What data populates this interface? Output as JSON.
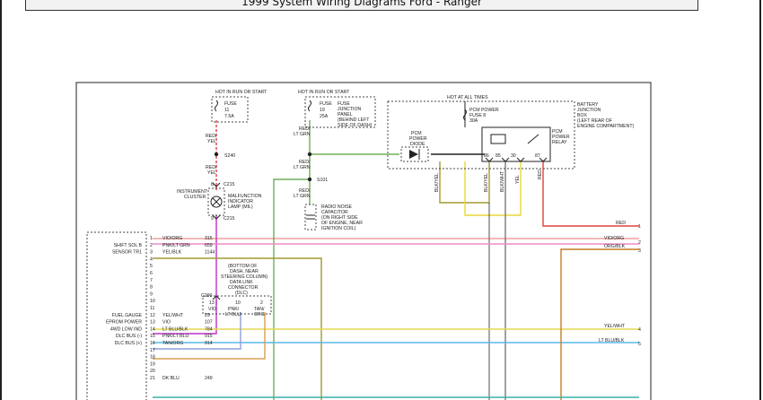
{
  "page": {
    "title": "1999 System Wiring Diagrams  Ford - Ranger"
  },
  "diagram": {
    "power": {
      "hot_run_start_1": "HOT IN RUN OR START",
      "hot_run_start_2": "HOT IN RUN OR START",
      "hot_at_all_times": "HOT AT ALL TIMES",
      "fuse11": [
        "FUSE",
        "11",
        "7.5A"
      ],
      "fuse19": [
        "FUSE",
        "19",
        "25A"
      ],
      "fuse_junction_panel": [
        "FUSE",
        "JUNCTION",
        "PANEL",
        "(BEHIND LEFT",
        "SIDE OF DASH)"
      ],
      "pcm_power_fuse": [
        "PCM POWER",
        "FUSE 8",
        "30A"
      ],
      "battery_junction_box": [
        "BATTERY",
        "JUNCTION",
        "BOX",
        "(LEFT REAR OF",
        "ENGINE COMPARTMENT)"
      ]
    },
    "components": {
      "pcm_power_diode": [
        "PCM",
        "POWER",
        "DIODE"
      ],
      "pcm_power_relay": [
        "PCM",
        "POWER",
        "RELAY"
      ],
      "instrument_cluster": [
        "INSTRUMENT",
        "CLUSTER"
      ],
      "mil_lamp": [
        "MALFUNCTION",
        "INDICATOR",
        "LAMP (MIL)"
      ],
      "radio_noise_capacitor": [
        "RADIO NOISE",
        "CAPACITOR",
        "(ON RIGHT SIDE",
        "OF ENGINE, NEAR",
        "IGNITION COIL)"
      ],
      "dlc": [
        "(BOTTOM OF",
        "DASH, NEAR",
        "STEERING COLUMN)",
        "DATA LINK",
        "CONNECTOR",
        "(DLC)"
      ]
    },
    "connectors": {
      "s240": "S240",
      "c215a": "C215",
      "c215b": "C215",
      "s101": "S101",
      "c290": "C290",
      "pin_8": "8",
      "pin_9": "9",
      "relay_pins": [
        "86",
        "85",
        "30",
        "87"
      ],
      "dlc_pins": [
        "13",
        "10",
        "2"
      ],
      "dlc_wires": [
        "VIO",
        "PNK/\nLT BLU",
        "TAN/\nORG"
      ]
    },
    "wire_labels": {
      "red_yel_1": [
        "RED/",
        "YEL"
      ],
      "red_yel_2": [
        "RED/",
        "YEL"
      ],
      "red_ltgrn_1": [
        "RED/",
        "LT GRN"
      ],
      "red_ltgrn_2": [
        "RED/",
        "LT GRN"
      ],
      "red_ltgrn_3": [
        "RED/",
        "LT GRN"
      ],
      "blk_yel": "BLK/YEL",
      "blk_yel_2": "BLK/YEL",
      "blk_wht": "BLK/WHT",
      "yel": "YEL",
      "red_v": "RED",
      "red_out": "RED",
      "vio_org_out": "VIO/ORG",
      "org_blk_out": "ORG/BLK",
      "yel_wht_out": "YEL/WHT",
      "ltblu_blk_out": "LT BLU/BLK"
    },
    "out_pins": [
      "1",
      "2",
      "3",
      "4",
      "5"
    ],
    "pcm_rows": [
      {
        "pin": "1",
        "desc": "",
        "color": "VIO/ORG",
        "circuit": "315"
      },
      {
        "pin": "2",
        "desc": "SHIFT SOL B",
        "color": "PNK/LT GRN",
        "circuit": "659"
      },
      {
        "pin": "3",
        "desc": "SENSOR TR1",
        "color": "YEL/BLK",
        "circuit": "1144"
      },
      {
        "pin": "4",
        "desc": "",
        "color": "",
        "circuit": ""
      },
      {
        "pin": "5",
        "desc": "",
        "color": "",
        "circuit": ""
      },
      {
        "pin": "6",
        "desc": "",
        "color": "",
        "circuit": ""
      },
      {
        "pin": "7",
        "desc": "",
        "color": "",
        "circuit": ""
      },
      {
        "pin": "8",
        "desc": "",
        "color": "",
        "circuit": ""
      },
      {
        "pin": "9",
        "desc": "",
        "color": "",
        "circuit": ""
      },
      {
        "pin": "10",
        "desc": "",
        "color": "",
        "circuit": ""
      },
      {
        "pin": "11",
        "desc": "",
        "color": "",
        "circuit": ""
      },
      {
        "pin": "12",
        "desc": "FUEL GAUGE",
        "color": "YEL/WHT",
        "circuit": "29"
      },
      {
        "pin": "13",
        "desc": "EPROM POWER",
        "color": "VIO",
        "circuit": "107"
      },
      {
        "pin": "14",
        "desc": "4WD LOW IND",
        "color": "LT BLU/BLK",
        "circuit": "784"
      },
      {
        "pin": "15",
        "desc": "DLC BUS (-)",
        "color": "PNK/LT BLU",
        "circuit": "915"
      },
      {
        "pin": "16",
        "desc": "DLC BUS (+)",
        "color": "TAN/ORG",
        "circuit": "914"
      },
      {
        "pin": "17",
        "desc": "",
        "color": "",
        "circuit": ""
      },
      {
        "pin": "18",
        "desc": "",
        "color": "",
        "circuit": ""
      },
      {
        "pin": "19",
        "desc": "",
        "color": "",
        "circuit": ""
      },
      {
        "pin": "20",
        "desc": "",
        "color": "",
        "circuit": ""
      },
      {
        "pin": "21",
        "desc": "",
        "color": "DK BLU",
        "circuit": "249"
      }
    ],
    "colors": {
      "red": "#e0403c",
      "red_yel": "#e0403c",
      "red_ltgrn": "#6fae5a",
      "yellow": "#e8d838",
      "yellow_white": "#e6d850",
      "violet": "#c030c8",
      "pink_ltgrn": "#f08ac8",
      "pink_ltblu": "#8f9fd8",
      "tan_org": "#d8a050",
      "ltblu_blk": "#5cb8e8",
      "org_blk": "#c87a28",
      "olive": "#a09a30",
      "black": "#222222",
      "gray": "#777777",
      "teal": "#3ab0a8"
    }
  }
}
